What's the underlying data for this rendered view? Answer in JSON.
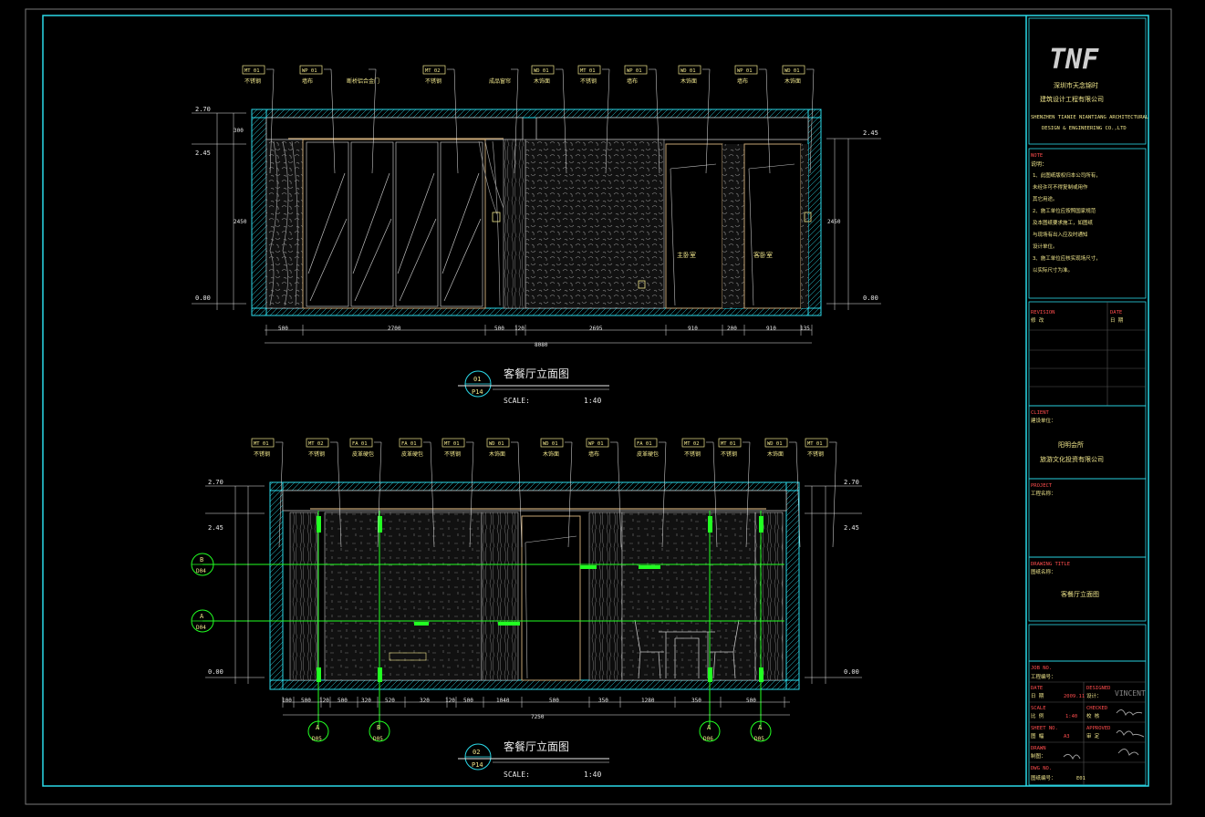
{
  "colors": {
    "background": "#000000",
    "frame": "#2bd9e8",
    "outer_frame": "#7a7a7a",
    "drawing_line": "#bfbfbf",
    "dimension": "#e8e8e8",
    "callout": "#f0e68c",
    "section_line": "#22ff22",
    "title_red": "#ff4d4d",
    "logo": "#cfcfcf"
  },
  "title_block": {
    "logo": "TNF",
    "company_cn_1": "深圳市天念锦时",
    "company_cn_2": "建筑设计工程有限公司",
    "company_en_1": "SHENZHEN TIANIE NIANTIANG ARCHITECTURAL",
    "company_en_2": "DESIGN & ENGINEERING CO.,LTD",
    "notes_label": "NOTE",
    "notes_heading": "说明：",
    "notes": [
      "1、此图纸版权归本公司所有，",
      "   未经许可不得复制或用作",
      "   其它用途。",
      "2、施工单位应按照国家规范",
      "   及本图纸要求施工，如图纸",
      "   与现场有出入应及时通知",
      "   设计单位。",
      "3、施工单位应核实现场尺寸，",
      "   以实际尺寸为准。"
    ],
    "revision_label": "REVISION",
    "revision_sub": "修 改",
    "date_label": "DATE",
    "date_sub": "日 期",
    "client_label": "CLIENT",
    "client_sub": "建设单位：",
    "client_line_1": "阳明会所",
    "client_line_2": "旅游文化投资有限公司",
    "project_label": "PROJECT",
    "project_sub": "工程名称：",
    "drawing_title_label": "DRAWING TITLE",
    "drawing_title_sub": "图纸名称：",
    "drawing_title": "客餐厅立面图",
    "job_no_label": "JOB NO.",
    "job_no_sub": "工程编号：",
    "date2_label": "DATE",
    "date2_sub": "日 期",
    "date2_value": "2009.11",
    "designed_label": "DESIGNED",
    "designed_sub": "设计：",
    "scale_label": "SCALE",
    "scale_sub": "比 例",
    "scale_value": "1:40",
    "checked_label": "CHECKED",
    "checked_sub": "校 核",
    "sheet_label": "SHEET NO.",
    "sheet_sub": "图 幅",
    "sheet_value": "A3",
    "approved_label": "APPROVED",
    "approved_sub": "审 定",
    "drawn_label": "DRAWN",
    "drawn_sub": "制图：",
    "dwg_no_label": "DWG NO.",
    "dwg_no_sub": "图纸编号：",
    "dwg_no_value": "E01",
    "signature_name": "VINCENT"
  },
  "elevation1": {
    "callouts": [
      {
        "code": "MT 01",
        "desc": "不锈钢"
      },
      {
        "code": "WP 01",
        "desc": "墙布"
      },
      {
        "code": "",
        "desc": "断桥铝合金门"
      },
      {
        "code": "MT 02",
        "desc": "不锈钢"
      },
      {
        "code": "",
        "desc": "成品窗帘"
      },
      {
        "code": "WD 01",
        "desc": "木饰面"
      },
      {
        "code": "MT 01",
        "desc": "不锈钢"
      },
      {
        "code": "WP 01",
        "desc": "墙布"
      },
      {
        "code": "WD 01",
        "desc": "木饰面"
      },
      {
        "code": "WP 01",
        "desc": "墙布"
      },
      {
        "code": "WD 01",
        "desc": "木饰面"
      }
    ],
    "level_left": [
      "2.70",
      "2.45",
      "0.00"
    ],
    "level_right": [
      "2.45",
      "0.00"
    ],
    "dims_bottom": [
      "500",
      "2700",
      "500",
      "120",
      "2695",
      "910",
      "200",
      "910",
      "135"
    ],
    "total": "8080",
    "door_labels": [
      "主卧室",
      "客卧室"
    ],
    "title_num": "01",
    "title_ref": "P14",
    "title": "客餐厅立面图",
    "scale_label": "SCALE:",
    "scale": "1:40"
  },
  "elevation2": {
    "callouts": [
      {
        "code": "MT 01",
        "desc": "不锈钢"
      },
      {
        "code": "MT 02",
        "desc": "不锈钢"
      },
      {
        "code": "FA 01",
        "desc": "皮革硬包"
      },
      {
        "code": "FA 01",
        "desc": "皮革硬包"
      },
      {
        "code": "MT 01",
        "desc": "不锈钢"
      },
      {
        "code": "WD 01",
        "desc": "木饰面"
      },
      {
        "code": "WD 01",
        "desc": "木饰面"
      },
      {
        "code": "WP 01",
        "desc": "墙布"
      },
      {
        "code": "FA 01",
        "desc": "皮革硬包"
      },
      {
        "code": "MT 02",
        "desc": "不锈钢"
      },
      {
        "code": "MT 01",
        "desc": "不锈钢"
      },
      {
        "code": "WD 01",
        "desc": "木饰面"
      },
      {
        "code": "MT 01",
        "desc": "不锈钢"
      }
    ],
    "level_left": [
      "2.70",
      "2.45",
      "0.00"
    ],
    "level_right": [
      "2.70",
      "2.45",
      "0.00"
    ],
    "dims_bottom": [
      "100",
      "500",
      "120",
      "500",
      "320",
      "520",
      "320",
      "120",
      "500",
      "1040",
      "500",
      "350",
      "1280",
      "350",
      "500"
    ],
    "total": "7250",
    "section_marks": [
      {
        "letter": "A",
        "ref": "D05"
      },
      {
        "letter": "B",
        "ref": "D05"
      },
      {
        "letter": "A",
        "ref": "D06"
      },
      {
        "letter": "A",
        "ref": "D05"
      }
    ],
    "side_marks": [
      {
        "letter": "B",
        "ref": "D04"
      },
      {
        "letter": "A",
        "ref": "D04"
      }
    ],
    "title_num": "02",
    "title_ref": "P14",
    "title": "客餐厅立面图",
    "scale_label": "SCALE:",
    "scale": "1:40"
  }
}
